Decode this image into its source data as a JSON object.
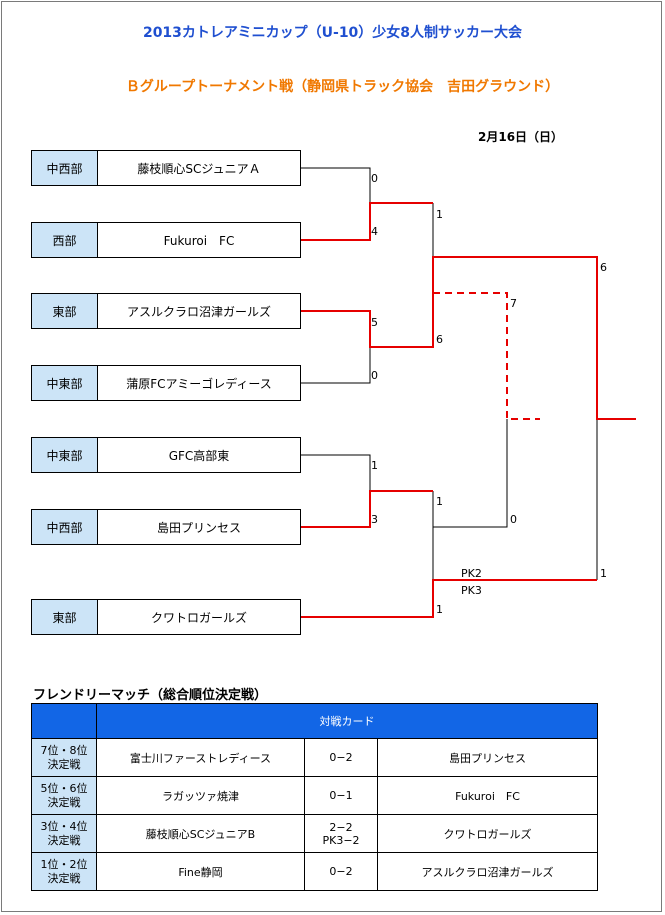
{
  "title": "2013カトレアミニカップ（U-10）少女8人制サッカー大会",
  "subtitle": "Ｂグループトーナメント戦（静岡県トラック協会　吉田グラウンド）",
  "date": "2月16日（日）",
  "teams": [
    {
      "region": "中西部",
      "name": "藤枝順心SCジュニアＡ"
    },
    {
      "region": "西部",
      "name": "Fukuroi　FC"
    },
    {
      "region": "東部",
      "name": "アスルクラロ沼津ガールズ"
    },
    {
      "region": "中東部",
      "name": "蒲原FCアミーゴレディース"
    },
    {
      "region": "中東部",
      "name": "GFC高部東"
    },
    {
      "region": "中西部",
      "name": "島田プリンセス"
    },
    {
      "region": "東部",
      "name": "クワトロガールズ"
    }
  ],
  "scores": {
    "r1_m1_top": "0",
    "r1_m1_bottom": "4",
    "r1_m2_top": "5",
    "r1_m2_bottom": "0",
    "r1_m3_top": "1",
    "r1_m3_bottom": "3",
    "sf1_top": "1",
    "sf1_bottom": "6",
    "sf2_top": "1",
    "sf2_bottom": "1",
    "sf2_pk_top": "PK2",
    "sf2_pk_bottom": "PK3",
    "final_top": "6",
    "final_bottom": "1",
    "third_top": "7",
    "third_bottom": "0"
  },
  "colors": {
    "winner_line": "#e60000",
    "line": "#000000",
    "region_bg": "#cce4f7",
    "header_bg": "#1266e6"
  },
  "friendly": {
    "heading": "フレンドリーマッチ（総合順位決定戦）",
    "column_header": "対戦カード",
    "rows": [
      {
        "rank_line1": "7位・8位",
        "rank_line2": "決定戦",
        "team1": "富士川ファーストレディース",
        "score_line1": "0−2",
        "score_line2": "",
        "team2": "島田プリンセス"
      },
      {
        "rank_line1": "5位・6位",
        "rank_line2": "決定戦",
        "team1": "ラガッツァ焼津",
        "score_line1": "0−1",
        "score_line2": "",
        "team2": "Fukuroi　FC"
      },
      {
        "rank_line1": "3位・4位",
        "rank_line2": "決定戦",
        "team1": "藤枝順心SCジュニアB",
        "score_line1": "2−2",
        "score_line2": "PK3−2",
        "team2": "クワトロガールズ"
      },
      {
        "rank_line1": "1位・2位",
        "rank_line2": "決定戦",
        "team1": "Fine静岡",
        "score_line1": "0−2",
        "score_line2": "",
        "team2": "アスルクラロ沼津ガールズ"
      }
    ]
  }
}
